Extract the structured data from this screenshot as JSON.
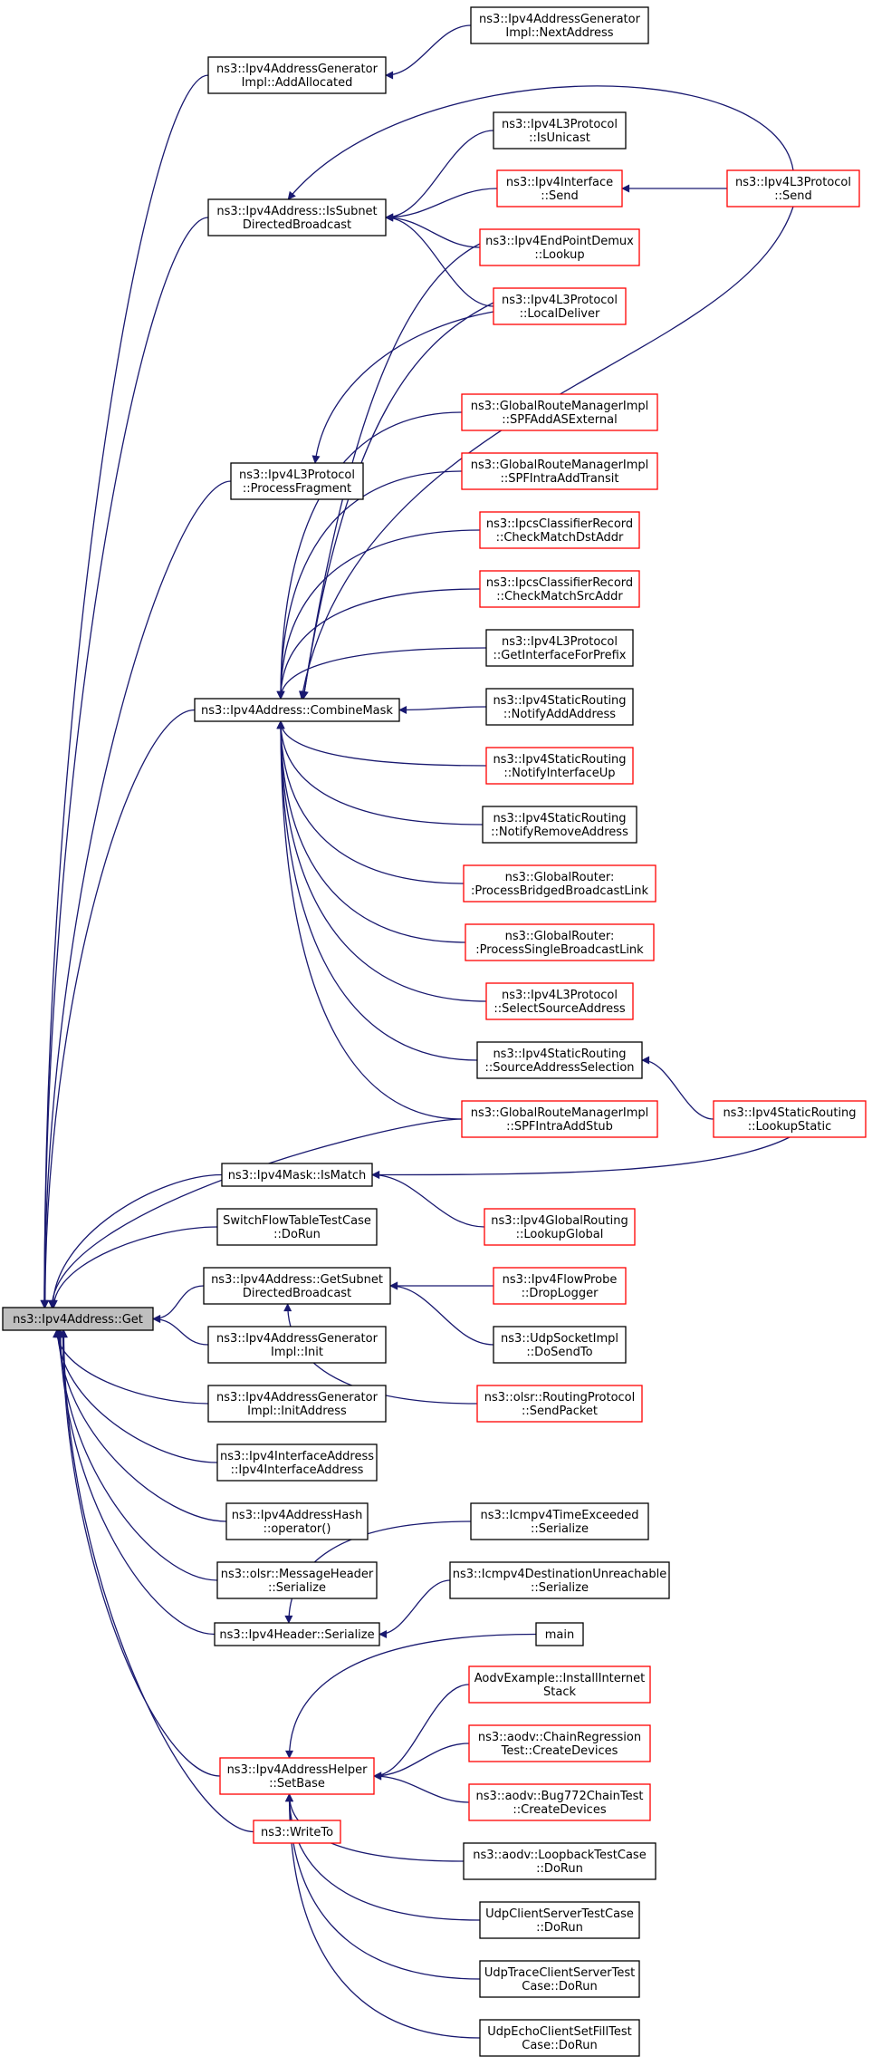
{
  "colors": {
    "edge": "#191970",
    "node_border": "#000000",
    "node_border_truncated": "#ff0000",
    "root_fill": "#bfbfbf"
  },
  "nodes": [
    {
      "id": "get",
      "label": [
        "ns3::Ipv4Address::Get"
      ],
      "style": "root"
    },
    {
      "id": "addallocated",
      "label": [
        "ns3::Ipv4AddressGenerator",
        "Impl::AddAllocated"
      ],
      "style": "normal"
    },
    {
      "id": "nextaddress",
      "label": [
        "ns3::Ipv4AddressGenerator",
        "Impl::NextAddress"
      ],
      "style": "normal"
    },
    {
      "id": "issubnet",
      "label": [
        "ns3::Ipv4Address::IsSubnet",
        "DirectedBroadcast"
      ],
      "style": "normal"
    },
    {
      "id": "isunicast",
      "label": [
        "ns3::Ipv4L3Protocol",
        "::IsUnicast"
      ],
      "style": "normal"
    },
    {
      "id": "ifsend",
      "label": [
        "ns3::Ipv4Interface",
        "::Send"
      ],
      "style": "truncated"
    },
    {
      "id": "l3send",
      "label": [
        "ns3::Ipv4L3Protocol",
        "::Send"
      ],
      "style": "truncated"
    },
    {
      "id": "lookup",
      "label": [
        "ns3::Ipv4EndPointDemux",
        "::Lookup"
      ],
      "style": "truncated"
    },
    {
      "id": "localdeliver",
      "label": [
        "ns3::Ipv4L3Protocol",
        "::LocalDeliver"
      ],
      "style": "truncated"
    },
    {
      "id": "processfragment",
      "label": [
        "ns3::Ipv4L3Protocol",
        "::ProcessFragment"
      ],
      "style": "normal"
    },
    {
      "id": "spfaddas",
      "label": [
        "ns3::GlobalRouteManagerImpl",
        "::SPFAddASExternal"
      ],
      "style": "truncated"
    },
    {
      "id": "spfintratransit",
      "label": [
        "ns3::GlobalRouteManagerImpl",
        "::SPFIntraAddTransit"
      ],
      "style": "truncated"
    },
    {
      "id": "checkdst",
      "label": [
        "ns3::IpcsClassifierRecord",
        "::CheckMatchDstAddr"
      ],
      "style": "truncated"
    },
    {
      "id": "checksrc",
      "label": [
        "ns3::IpcsClassifierRecord",
        "::CheckMatchSrcAddr"
      ],
      "style": "truncated"
    },
    {
      "id": "getifforprefix",
      "label": [
        "ns3::Ipv4L3Protocol",
        "::GetInterfaceForPrefix"
      ],
      "style": "normal"
    },
    {
      "id": "combinemask",
      "label": [
        "ns3::Ipv4Address::CombineMask"
      ],
      "style": "normal"
    },
    {
      "id": "notifyadd",
      "label": [
        "ns3::Ipv4StaticRouting",
        "::NotifyAddAddress"
      ],
      "style": "normal"
    },
    {
      "id": "notifyup",
      "label": [
        "ns3::Ipv4StaticRouting",
        "::NotifyInterfaceUp"
      ],
      "style": "truncated"
    },
    {
      "id": "notifyremove",
      "label": [
        "ns3::Ipv4StaticRouting",
        "::NotifyRemoveAddress"
      ],
      "style": "normal"
    },
    {
      "id": "bridged",
      "label": [
        "ns3::GlobalRouter:",
        ":ProcessBridgedBroadcastLink"
      ],
      "style": "truncated"
    },
    {
      "id": "single",
      "label": [
        "ns3::GlobalRouter:",
        ":ProcessSingleBroadcastLink"
      ],
      "style": "truncated"
    },
    {
      "id": "selectsource",
      "label": [
        "ns3::Ipv4L3Protocol",
        "::SelectSourceAddress"
      ],
      "style": "truncated"
    },
    {
      "id": "sourceaddrsel",
      "label": [
        "ns3::Ipv4StaticRouting",
        "::SourceAddressSelection"
      ],
      "style": "normal"
    },
    {
      "id": "spfintrastub",
      "label": [
        "ns3::GlobalRouteManagerImpl",
        "::SPFIntraAddStub"
      ],
      "style": "truncated"
    },
    {
      "id": "lookupstatic",
      "label": [
        "ns3::Ipv4StaticRouting",
        "::LookupStatic"
      ],
      "style": "truncated"
    },
    {
      "id": "ismatch",
      "label": [
        "ns3::Ipv4Mask::IsMatch"
      ],
      "style": "normal"
    },
    {
      "id": "lookupglobal",
      "label": [
        "ns3::Ipv4GlobalRouting",
        "::LookupGlobal"
      ],
      "style": "truncated"
    },
    {
      "id": "switchflow",
      "label": [
        "SwitchFlowTableTestCase",
        "::DoRun"
      ],
      "style": "normal"
    },
    {
      "id": "getsubnet",
      "label": [
        "ns3::Ipv4Address::GetSubnet",
        "DirectedBroadcast"
      ],
      "style": "normal"
    },
    {
      "id": "droplogger",
      "label": [
        "ns3::Ipv4FlowProbe",
        "::DropLogger"
      ],
      "style": "truncated"
    },
    {
      "id": "udpsendto",
      "label": [
        "ns3::UdpSocketImpl",
        "::DoSendTo"
      ],
      "style": "normal"
    },
    {
      "id": "olsrsend",
      "label": [
        "ns3::olsr::RoutingProtocol",
        "::SendPacket"
      ],
      "style": "truncated"
    },
    {
      "id": "geninit",
      "label": [
        "ns3::Ipv4AddressGenerator",
        "Impl::Init"
      ],
      "style": "normal"
    },
    {
      "id": "geninitaddr",
      "label": [
        "ns3::Ipv4AddressGenerator",
        "Impl::InitAddress"
      ],
      "style": "normal"
    },
    {
      "id": "ifaceaddr",
      "label": [
        "ns3::Ipv4InterfaceAddress",
        "::Ipv4InterfaceAddress"
      ],
      "style": "normal"
    },
    {
      "id": "hashop",
      "label": [
        "ns3::Ipv4AddressHash",
        "::operator()"
      ],
      "style": "normal"
    },
    {
      "id": "olsrheader",
      "label": [
        "ns3::olsr::MessageHeader",
        "::Serialize"
      ],
      "style": "normal"
    },
    {
      "id": "timeexceeded",
      "label": [
        "ns3::Icmpv4TimeExceeded",
        "::Serialize"
      ],
      "style": "normal"
    },
    {
      "id": "destunreach",
      "label": [
        "ns3::Icmpv4DestinationUnreachable",
        "::Serialize"
      ],
      "style": "normal"
    },
    {
      "id": "hdrserialize",
      "label": [
        "ns3::Ipv4Header::Serialize"
      ],
      "style": "normal"
    },
    {
      "id": "main",
      "label": [
        "main"
      ],
      "style": "normal"
    },
    {
      "id": "aodvinstall",
      "label": [
        "AodvExample::InstallInternet",
        "Stack"
      ],
      "style": "truncated"
    },
    {
      "id": "chainreg",
      "label": [
        "ns3::aodv::ChainRegression",
        "Test::CreateDevices"
      ],
      "style": "truncated"
    },
    {
      "id": "bug772",
      "label": [
        "ns3::aodv::Bug772ChainTest",
        "::CreateDevices"
      ],
      "style": "truncated"
    },
    {
      "id": "setbase",
      "label": [
        "ns3::Ipv4AddressHelper",
        "::SetBase"
      ],
      "style": "truncated"
    },
    {
      "id": "loopback",
      "label": [
        "ns3::aodv::LoopbackTestCase",
        "::DoRun"
      ],
      "style": "normal"
    },
    {
      "id": "udpclientserver",
      "label": [
        "UdpClientServerTestCase",
        "::DoRun"
      ],
      "style": "normal"
    },
    {
      "id": "udptrace",
      "label": [
        "UdpTraceClientServerTest",
        "Case::DoRun"
      ],
      "style": "normal"
    },
    {
      "id": "udpecho",
      "label": [
        "UdpEchoClientSetFillTest",
        "Case::DoRun"
      ],
      "style": "normal"
    },
    {
      "id": "writeto",
      "label": [
        "ns3::WriteTo"
      ],
      "style": "truncated"
    }
  ]
}
